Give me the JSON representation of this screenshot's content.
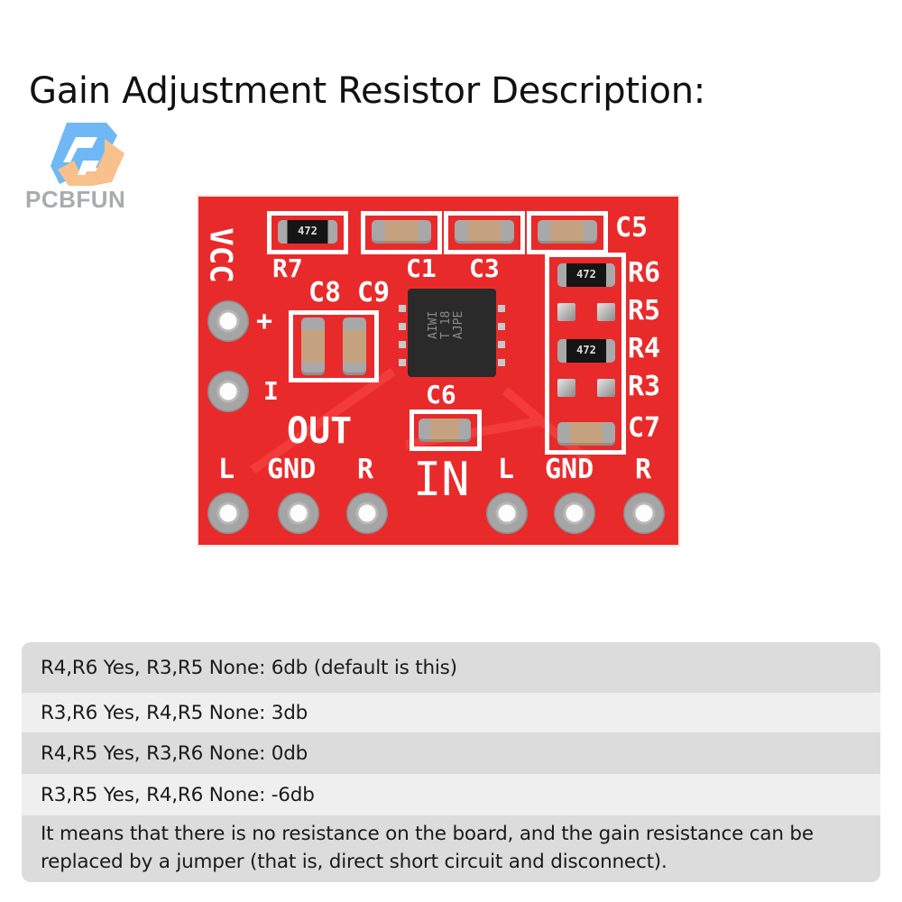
{
  "header": {
    "title": "Gain Adjustment Resistor Description:"
  },
  "brand": {
    "logo_icon": "pcbfun-logo-icon",
    "name": "PCBFUN",
    "colors": {
      "blue": "#6fb8f5",
      "orange": "#f8c08b",
      "text": "#a9abad"
    }
  },
  "board": {
    "color": "#e92a2b",
    "silkscreen_labels": {
      "vcc": "VCC",
      "plus": "+",
      "minus": "I",
      "out": "OUT",
      "in": "IN",
      "r7": "R7",
      "c1": "C1",
      "c3": "C3",
      "c5": "C5",
      "c8": "C8",
      "c9": "C9",
      "c6": "C6",
      "c7": "C7",
      "r6": "R6",
      "r5": "R5",
      "r4": "R4",
      "r3": "R3"
    },
    "resistor_markings": {
      "r7": "472",
      "r6": "472",
      "r4": "472"
    },
    "chip_marking": "AIWI\nT 18\nAJPE",
    "pins_bottom": [
      "L",
      "GND",
      "R",
      "L",
      "GND",
      "R"
    ]
  },
  "table": {
    "rows": [
      {
        "text": "R4,R6 Yes, R3,R5 None: 6db (default is this)"
      },
      {
        "text": "R3,R6 Yes, R4,R5 None: 3db"
      },
      {
        "text": "R4,R5 Yes, R3,R6 None: 0db"
      },
      {
        "text": "R3,R5 Yes, R4,R6 None: -6db"
      },
      {
        "text": "It means that there is no resistance on the board, and the gain resistance can be replaced by a jumper (that is, direct short circuit and disconnect)."
      }
    ]
  }
}
